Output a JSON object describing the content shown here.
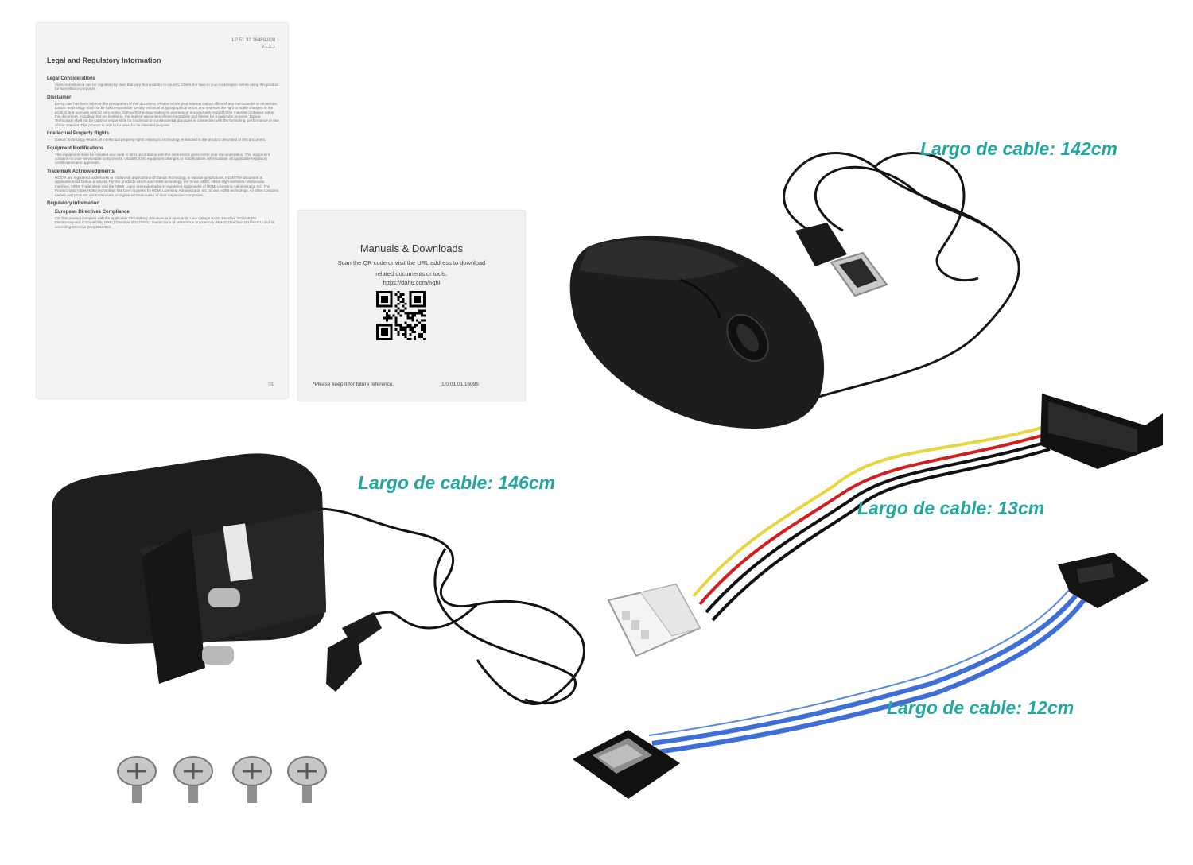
{
  "legal_document": {
    "doc_code": "1.2.51.32.16489-000",
    "version": "V1.2.1",
    "title": "Legal and Regulatory Information",
    "sections": [
      {
        "heading": "Legal Considerations",
        "body": "Video surveillance can be regulated by laws that vary from country to country. Check the laws in your local region before using this product for surveillance purposes."
      },
      {
        "heading": "Disclaimer",
        "body": "Every care has been taken in the preparation of this document. Please inform your nearest Dahua office of any inaccuracies or omissions. Dahua Technology shall not be held responsible for any technical or typographical errors and reserves the right to make changes to the product and manuals without prior notice. Dahua Technology makes no warranty of any kind with regard to the material contained within this document, including, but not limited to, the implied warranties of merchantability and fitness for a particular purpose. Dahua Technology shall not be liable or responsible for incidental or consequential damages in connection with the furnishing, performance or use of this material. This product is only to be used for its intended purpose."
      },
      {
        "heading": "Intellectual Property Rights",
        "body": "Dahua Technology retains all intellectual property rights relating to technology embodied in the product described in this document."
      },
      {
        "heading": "Equipment Modifications",
        "body": "This equipment must be installed and used in strict accordance with the instructions given in the user documentation. This equipment contains no user-serviceable components. Unauthorized equipment changes or modifications will invalidate all applicable regulatory certifications and approvals."
      },
      {
        "heading": "Trademark Acknowledgments",
        "body": "HDCVI are registered trademarks or trademark applications of Dahua Technology in various jurisdictions. HDMI The document is applicable to all Dahua products. For the products which use HDMI technology, the terms HDMI, HDMI High-Definition Multimedia Interface, HDMI Trade dress and the HDMI Logos are trademarks or registered trademarks of HDMI Licensing Administrator, Inc. The Product which uses HDMI technology has been licensed by HDMI Licensing Administrator, Inc. to use HDMI technology. All other company names and products are trademarks or registered trademarks of their respective companies."
      },
      {
        "heading": "Regulatory Information",
        "body": ""
      },
      {
        "heading": "European Directives Compliance",
        "body": "CE This product complies with the applicable CE marking directives and standards: Low Voltage (LVD) Directive 2014/35/EU. Electromagnetic Compatibility (EMC) Directive 2014/30/EU. Restrictions of Hazardous Substances (RoHS) Directive 2011/65/EU and its amending Directive (EU) 2015/863."
      }
    ],
    "page_number": "01"
  },
  "manuals_card": {
    "title": "Manuals & Downloads",
    "line1": "Scan the QR code or visit the URL address to download",
    "line2": "related documents or tools.",
    "url": "https://dah6.com/6qhl",
    "footer_note": "*Please keep it for future reference.",
    "footer_code": "1.0.01.01.16095"
  },
  "labels": {
    "mouse_cable": "Largo de cable: 142cm",
    "adapter_cable": "Largo de cable: 146cm",
    "power_cable": "Largo de cable: 13cm",
    "sata_cable": "Largo de cable: 12cm"
  },
  "colors": {
    "label_teal": "#22a7a0",
    "sata_blue": "#3f6fd6",
    "wire_yellow": "#e8d640",
    "wire_red": "#d11f1f",
    "wire_black": "#111111"
  },
  "items": [
    "legal-document",
    "manuals-card",
    "usb-mouse",
    "power-adapter",
    "molex-sata-power-cable",
    "sata-data-cable",
    "mounting-screws"
  ]
}
